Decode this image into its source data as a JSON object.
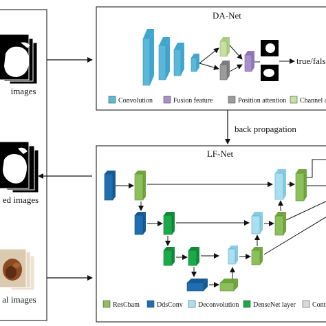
{
  "left_panel": {
    "captions": [
      "images",
      "ed images",
      "al images"
    ]
  },
  "da_net": {
    "title": "DA-Net",
    "output_label": "true/fals",
    "legend": [
      {
        "label": "Convolution",
        "color": "#5bb8d8"
      },
      {
        "label": "Fusion feature",
        "color": "#a98fc8"
      },
      {
        "label": "Position attention",
        "color": "#9c9c9c"
      },
      {
        "label": "Channel a",
        "color": "#c7dfa0"
      }
    ]
  },
  "back_propagation": "back propagation",
  "lf_net": {
    "title": "LF-Net",
    "legend": [
      {
        "label": "ResCbam",
        "color": "#8dc05a"
      },
      {
        "label": "DdsConv",
        "color": "#1f6fb0"
      },
      {
        "label": "Deconvolution",
        "color": "#a9dff0"
      },
      {
        "label": "DenseNet layer",
        "color": "#1aaa4a"
      },
      {
        "label": "Conto",
        "color": "#d9d9d9"
      }
    ]
  }
}
